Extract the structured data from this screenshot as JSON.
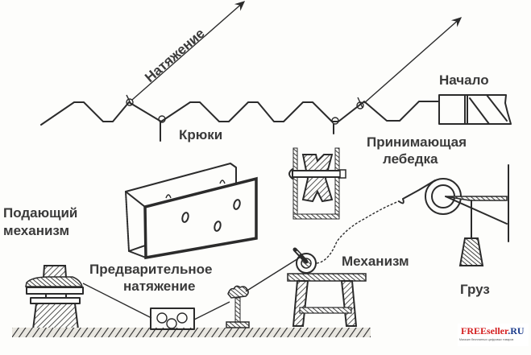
{
  "diagram": {
    "title": "Схема натяжения проволоки",
    "labels": {
      "tension": "Натяжение",
      "hooks": "Крюки",
      "start": "Начало",
      "receiving_winch_line1": "Принимающая",
      "receiving_winch_line2": "лебедка",
      "feed_mechanism_line1": "Подающий",
      "feed_mechanism_line2": "механизм",
      "pre_tension_line1": "Предварительное",
      "pre_tension_line2": "натяжение",
      "mechanism": "Механизм",
      "load": "Груз"
    },
    "components": [
      {
        "id": "wavy-wire",
        "name": "Волнистая проволока с крюками"
      },
      {
        "id": "tension-arrows",
        "name": "Стрелки натяжения",
        "count": 2
      },
      {
        "id": "hooks",
        "name": "Крюки"
      },
      {
        "id": "receiving-winch",
        "name": "Принимающая лебедка"
      },
      {
        "id": "u-channel-form",
        "name": "П-образная форма"
      },
      {
        "id": "pulley-bracket",
        "name": "Блок в обойме"
      },
      {
        "id": "feed-mechanism",
        "name": "Подающий механизм (катушка)"
      },
      {
        "id": "pre-tension-rollers",
        "name": "Ролики предварительного натяжения"
      },
      {
        "id": "guide-post",
        "name": "Направляющая стойка"
      },
      {
        "id": "bending-mechanism",
        "name": "Механизм на верстаке"
      },
      {
        "id": "wall-pulley",
        "name": "Шкив на кронштейне"
      },
      {
        "id": "weight",
        "name": "Груз"
      }
    ]
  },
  "watermark": {
    "brand_red": "FREEseller",
    "brand_blue": ".RU",
    "tagline": "Магазин бесплатных цифровых товаров",
    "colors": {
      "red": "#d42020",
      "blue": "#1a3a8a"
    }
  }
}
